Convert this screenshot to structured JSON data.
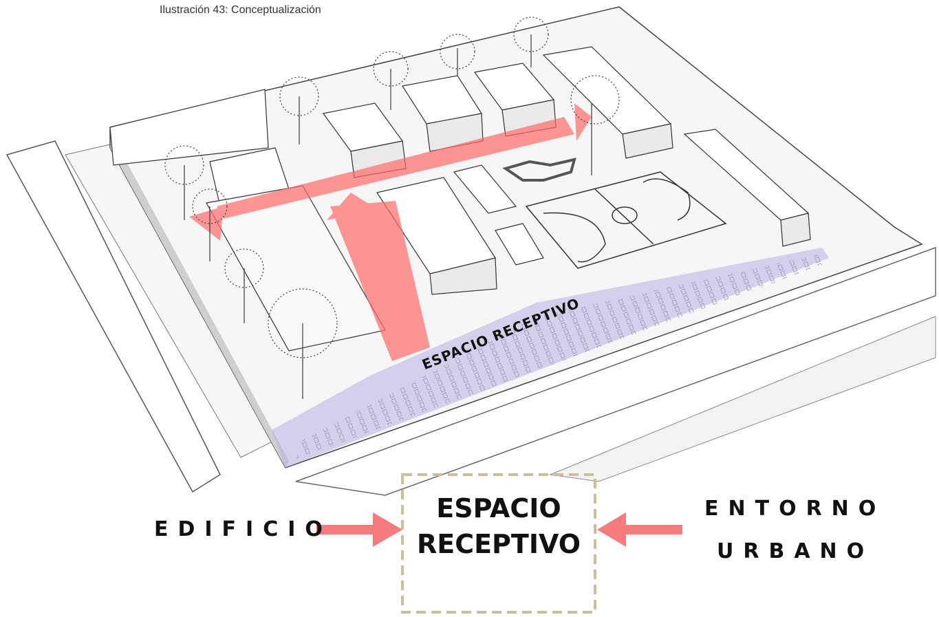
{
  "caption": "Ilustración 43: Conceptualización",
  "diagram_label": "ESPACIO RECEPTIVO",
  "concept": {
    "left_label": "EDIFICIO",
    "center_label_line1": "ESPACIO",
    "center_label_line2": "RECEPTIVO",
    "right_label_line1": "ENTORNO",
    "right_label_line2": "URBANO"
  },
  "colors": {
    "arrow": "#f47c7c",
    "flow_arrow": "#ff6b6b",
    "receptive_zone": "#b8aee0",
    "dashed_box": "#c8bf9c"
  },
  "icons": [
    "tree-icon",
    "basketball-court",
    "accessible-parking-icon"
  ]
}
